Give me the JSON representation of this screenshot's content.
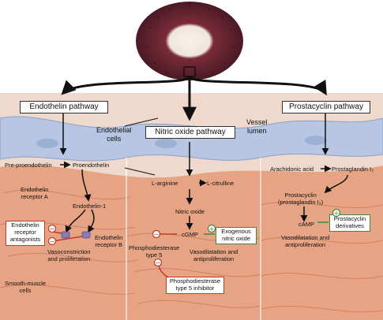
{
  "pathways": {
    "endothelin": "Endothelin pathway",
    "nitric_oxide": "Nitric oxide pathway",
    "prostacyclin": "Prostacyclin pathway"
  },
  "labels": {
    "endothelial_cells": "Endothelial\ncells",
    "vessel_lumen": "Vessel\nlumen",
    "pre_proendothelin": "Pre-proendothelin",
    "proendothelin": "Proendothelin",
    "endothelin_receptor_a": "Endothelin\nreceptor A",
    "endothelin_1": "Endothelin-1",
    "endothelin_receptor_b": "Endothelin\nreceptor B",
    "vasoconstriction": "Vasoconstriction\nand proliferation",
    "smooth_muscle": "Smooth-muscle\ncells",
    "l_arginine": "L-arginine",
    "l_citrulline": "L-citrulline",
    "nitric_oxide": "Nitric oxide",
    "cgmp": "cGMP",
    "pde5": "Phosphodiesterase\ntype 5",
    "vasodilatation_no": "Vasodilatation and\nantiproliferation",
    "arachidonic_acid": "Arachidonic acid",
    "prostaglandin": "Prostaglandin I₂",
    "prostacyclin": "Prostacyclin\n(prostaglandin I₂)",
    "camp": "cAMP",
    "vasodilatation_pc": "Vasodilatation and\nantiproliferation"
  },
  "therapies": {
    "endothelin_antagonists": "Endothelin\nreceptor\nantagonists",
    "exogenous_no": "Exogenous\nnitric oxide",
    "pde5_inhibitor": "Phosphodiesterase\ntype 5 inhibitor",
    "prostacyclin_derivatives": "Prostacyclin\nderivatives"
  },
  "signs": {
    "minus": "−",
    "plus": "+"
  },
  "colors": {
    "inhibit": "#c0392b",
    "stimulate": "#3c8a3c",
    "endothelium": "#b7c6e2",
    "smooth_muscle": "#e6a485"
  }
}
